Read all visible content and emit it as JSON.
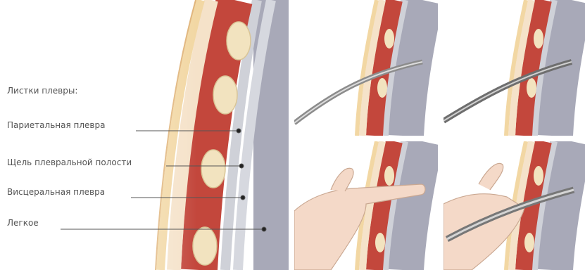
{
  "labels": {
    "title": "Листки плевры:",
    "parietal": "Париетальная плевра",
    "cavity": "Щель плевральной полости",
    "visceral": "Висцеральная плевра",
    "lung": "Легкое"
  },
  "colors": {
    "skin": "#f2d7a3",
    "fat": "#f5e2c9",
    "muscle": "#c3473c",
    "rib": "#f2e3bf",
    "pleura": "#cfd1d8",
    "lung": "#a8a9b8",
    "leader": "#555555",
    "tool": "#8c8c8c",
    "hand": "#f4d9c8"
  }
}
